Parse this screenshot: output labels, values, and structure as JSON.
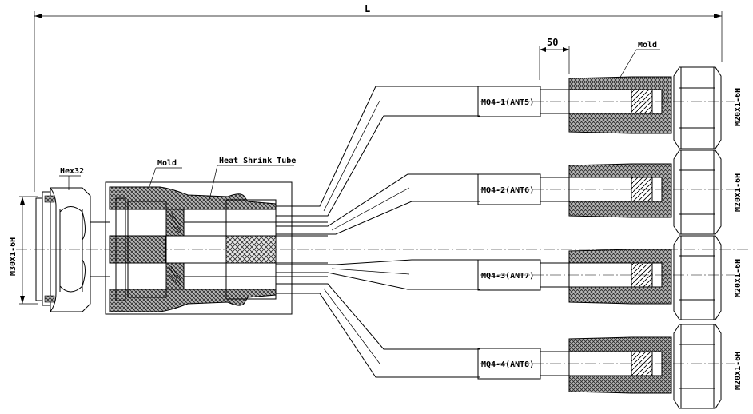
{
  "dimensions": {
    "overall_length": "L",
    "pitch": "50"
  },
  "labels": {
    "hex_size": "Hex32",
    "mold_main": "Mold",
    "heat_shrink": "Heat Shrink Tube",
    "mold_branch": "Mold",
    "main_thread": "M30X1-6H"
  },
  "branches": [
    {
      "marker": "MQ4-1(ANT5)",
      "thread": "M20X1-6H"
    },
    {
      "marker": "MQ4-2(ANT6)",
      "thread": "M20X1-6H"
    },
    {
      "marker": "MQ4-3(ANT7)",
      "thread": "M20X1-6H"
    },
    {
      "marker": "MQ4-4(ANT8)",
      "thread": "M20X1-6H"
    }
  ]
}
